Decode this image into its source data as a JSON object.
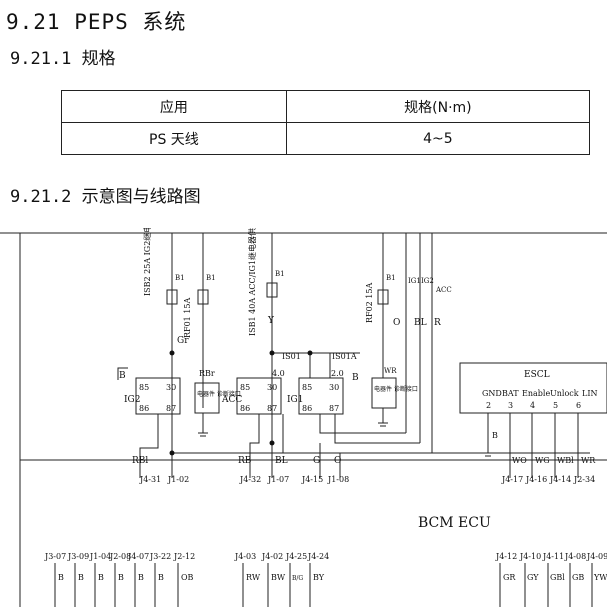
{
  "heading": {
    "section": "9.21 PEPS 系统",
    "spec": "9.21.1 规格",
    "diagram": "9.21.2 示意图与线路图"
  },
  "spec_table": {
    "headers": [
      "应用",
      "规格(N·m)"
    ],
    "rows": [
      [
        "PS 天线",
        "4~5"
      ]
    ]
  },
  "diagram": {
    "fuses": {
      "isb2": "ISB2 25A IG2继电器供电",
      "isb1": "ISB1 40A ACC/IG1继电器供电",
      "rf01": "RF01 15A",
      "rf02": "RF02 15A",
      "b1": "B1"
    },
    "wires": {
      "gr": "Gr",
      "y": "Y",
      "o": "O",
      "bl": "BL",
      "r": "R",
      "rbr": "RBr",
      "wr": "WR",
      "b": "B",
      "ig1": "IG1",
      "ig2": "IG2",
      "acc": "ACC",
      "rbl": "RBl",
      "rb": "RB",
      "bl2": "BL",
      "g": "G",
      "o2": "O"
    },
    "relays": {
      "ig2": "IG2",
      "acc": "ACC",
      "ig1": "IG1",
      "p85": "85",
      "p86": "86",
      "p30": "30",
      "p87": "87"
    },
    "is01": "IS01",
    "is01a": "IS01A",
    "v40": "4.0",
    "v20": "2.0",
    "blocks": {
      "left": "电器件 诊断接口",
      "mid": "电器件 诊断接口"
    },
    "escl": {
      "title": "ESCL",
      "pins": [
        "GND",
        "BAT",
        "Enable",
        "Unlock",
        "LIN"
      ],
      "nums": [
        "2",
        "3",
        "4",
        "5",
        "6"
      ],
      "wires": [
        "WO",
        "WG",
        "WBl",
        "WR"
      ]
    },
    "connectors_top": [
      "J4-31",
      "J1-02",
      "J4-32",
      "J1-07",
      "J4-15",
      "J1-08",
      "J4-17",
      "J4-16",
      "J4-14",
      "J2-34"
    ],
    "bcm": "BCM ECU",
    "connectors_bottom": [
      "J3-07",
      "J3-09",
      "J1-04",
      "J2-08",
      "J4-07",
      "J3-22",
      "J2-12",
      "J4-03",
      "J4-02",
      "J4-25",
      "J4-24",
      "J4-12",
      "J4-10",
      "J4-11",
      "J4-08",
      "J4-09"
    ],
    "bottom_wires": [
      "B",
      "B",
      "B",
      "B",
      "B",
      "B",
      "OB",
      "RW",
      "BW",
      "B/G",
      "BY",
      "GR",
      "GY",
      "GBl",
      "GB",
      "YW"
    ]
  }
}
